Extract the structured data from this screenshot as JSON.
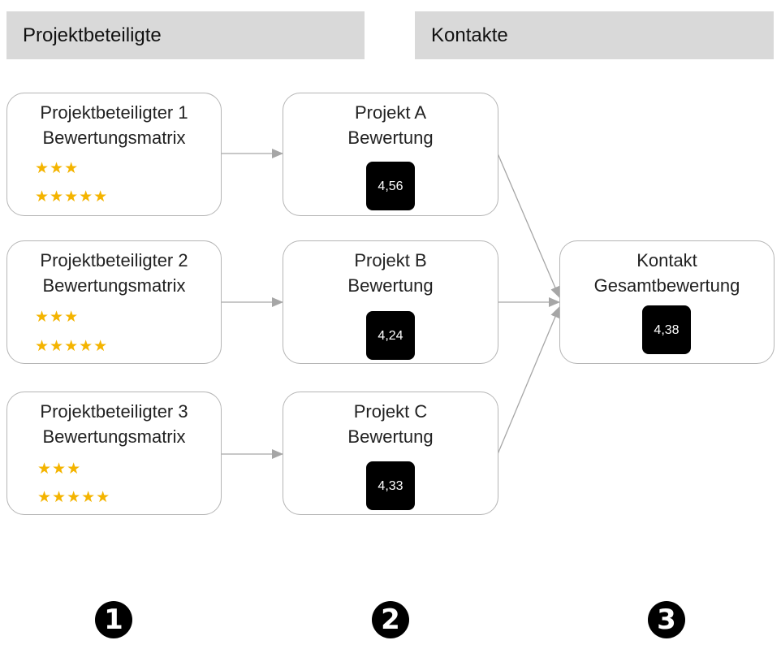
{
  "headers": {
    "left": "Projektbeteiligte",
    "right": "Kontakte"
  },
  "participants": [
    {
      "line1": "Projektbeteiligter 1",
      "line2": "Bewertungsmatrix",
      "stars_row1": 3,
      "stars_row2": 5
    },
    {
      "line1": "Projektbeteiligter 2",
      "line2": "Bewertungsmatrix",
      "stars_row1": 3,
      "stars_row2": 5
    },
    {
      "line1": "Projektbeteiligter 3",
      "line2": "Bewertungsmatrix",
      "stars_row1": 3,
      "stars_row2": 5
    }
  ],
  "projects": [
    {
      "line1": "Projekt A",
      "line2": "Bewertung",
      "score": "4,56"
    },
    {
      "line1": "Projekt B",
      "line2": "Bewertung",
      "score": "4,24"
    },
    {
      "line1": "Projekt C",
      "line2": "Bewertung",
      "score": "4,33"
    }
  ],
  "contact": {
    "line1": "Kontakt",
    "line2": "Gesamtbewertung",
    "score": "4,38"
  },
  "steps": [
    "1",
    "2",
    "3"
  ],
  "colors": {
    "header_bg": "#d9d9d9",
    "star": "#f4b400",
    "score_bg": "#000000",
    "border": "#b5b5b5",
    "arrow": "#a6a6a6"
  },
  "icons": {
    "star": "star-icon",
    "arrowhead": "arrow-icon"
  }
}
